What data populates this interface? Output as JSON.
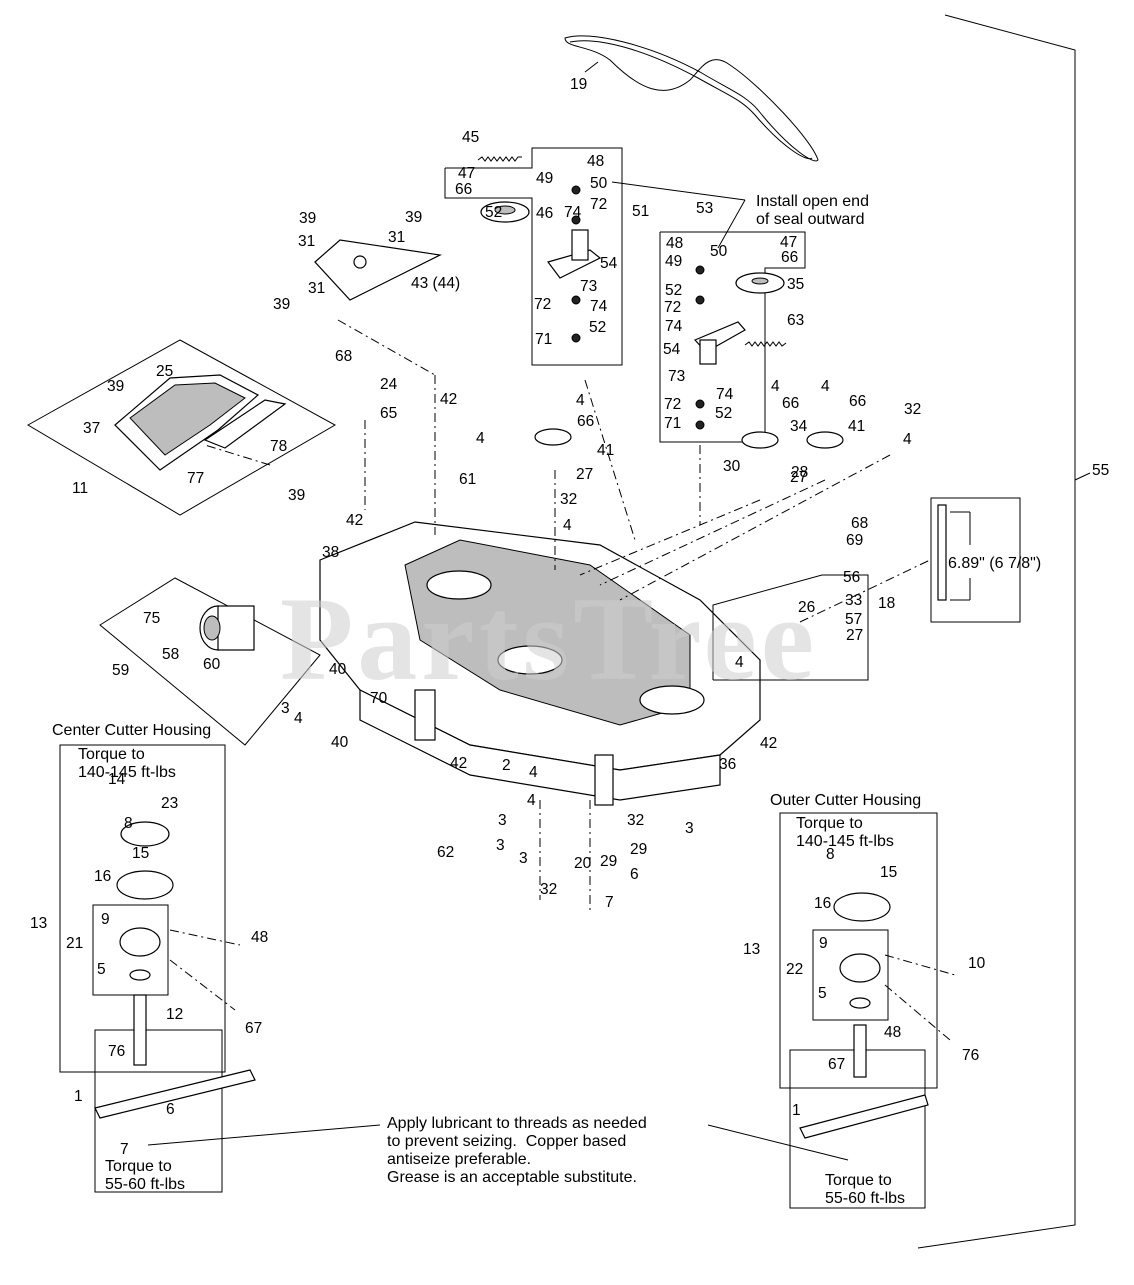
{
  "watermark": "PartsTree",
  "notes": {
    "seal": "Install open end\nof seal outward",
    "dimension": "6.89\" (6 7/8\")",
    "center_housing_title": "Center Cutter Housing",
    "center_torque_top": "Torque to\n140-145 ft-lbs",
    "center_torque_bottom": "Torque to\n55-60 ft-lbs",
    "outer_housing_title": "Outer Cutter Housing",
    "outer_torque_top": "Torque to\n140-145 ft-lbs",
    "outer_torque_bottom": "Torque to\n55-60 ft-lbs",
    "lubricant": "Apply lubricant to threads as needed\nto prevent seizing.  Copper based\nantiseize preferable.\nGrease is an acceptable substitute."
  },
  "callouts": [
    "19",
    "45",
    "47",
    "48",
    "66",
    "49",
    "50",
    "52",
    "46",
    "72",
    "74",
    "51",
    "53",
    "48",
    "49",
    "50",
    "47",
    "66",
    "39",
    "39",
    "31",
    "31",
    "43 (44)",
    "39",
    "31",
    "54",
    "73",
    "72",
    "74",
    "71",
    "52",
    "35",
    "52",
    "72",
    "74",
    "63",
    "54",
    "73",
    "74",
    "72",
    "52",
    "71",
    "25",
    "39",
    "37",
    "78",
    "77",
    "11",
    "39",
    "68",
    "24",
    "65",
    "42",
    "4",
    "66",
    "41",
    "27",
    "4",
    "61",
    "32",
    "4",
    "4",
    "66",
    "34",
    "30",
    "28",
    "4",
    "66",
    "41",
    "27",
    "32",
    "4",
    "55",
    "42",
    "38",
    "68",
    "69",
    "56",
    "33",
    "57",
    "18",
    "26",
    "27",
    "4",
    "75",
    "58",
    "60",
    "59",
    "40",
    "70",
    "3",
    "4",
    "40",
    "42",
    "42",
    "2",
    "4",
    "36",
    "3",
    "4",
    "32",
    "3",
    "3",
    "29",
    "29",
    "62",
    "3",
    "32",
    "20",
    "6",
    "7",
    "14",
    "23",
    "8",
    "15",
    "16",
    "9",
    "21",
    "5",
    "13",
    "48",
    "12",
    "67",
    "76",
    "1",
    "6",
    "7",
    "8",
    "15",
    "16",
    "9",
    "22",
    "5",
    "13",
    "10",
    "48",
    "67",
    "76",
    "1"
  ]
}
